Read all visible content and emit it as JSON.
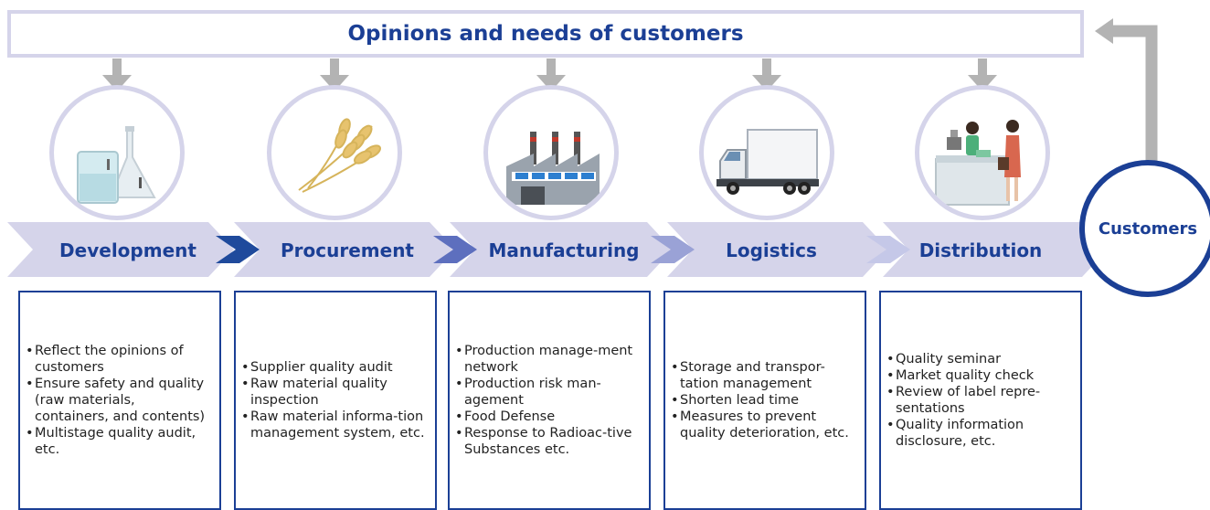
{
  "banner": {
    "title": "Opinions and needs of customers"
  },
  "stages": [
    {
      "label": "Development",
      "icon": "lab-flask-beaker-icon",
      "items": [
        "Reflect the opinions of customers",
        "Ensure safety and quality (raw materials, containers, and contents)",
        "Multistage quality audit, etc."
      ]
    },
    {
      "label": "Procurement",
      "icon": "wheat-icon",
      "items": [
        "Supplier quality audit",
        "Raw material quality inspection",
        "Raw material informa-tion management system, etc."
      ]
    },
    {
      "label": "Manufacturing",
      "icon": "factory-icon",
      "items": [
        "Production manage-ment network",
        "Production risk man-agement",
        "Food Defense",
        "Response to Radioac-tive Substances etc."
      ]
    },
    {
      "label": "Logistics",
      "icon": "truck-icon",
      "items": [
        "Storage and transpor-tation management",
        "Shorten lead time",
        "Measures to prevent quality deterioration, etc."
      ]
    },
    {
      "label": "Distribution",
      "icon": "store-checkout-icon",
      "items": [
        "Quality seminar",
        "Market quality check",
        "Review of label repre-sentations",
        "Quality information disclosure, etc."
      ]
    }
  ],
  "customers": {
    "label": "Customers"
  },
  "colors": {
    "navy": "#1b3f95",
    "lavender": "#d5d4ea",
    "arrow_gray": "#b3b3b3",
    "chevron_dark": "#1f4a9c",
    "chevron_mid": "#5d6fbe",
    "chevron_light": "#9aa2d6",
    "chevron_pale": "#c5c8e8"
  }
}
